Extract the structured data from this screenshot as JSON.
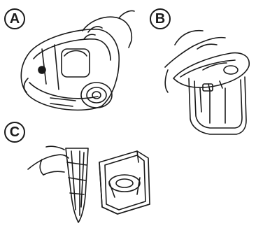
{
  "steps": [
    {
      "label": "A"
    },
    {
      "label": "B"
    },
    {
      "label": "C"
    }
  ]
}
